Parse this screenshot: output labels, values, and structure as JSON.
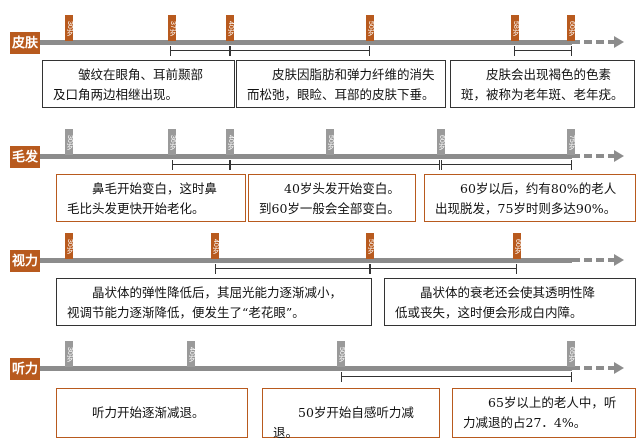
{
  "colors": {
    "accent": "#b85a1e",
    "axis": "#8c8c8c",
    "tick_gray": "#9a9a9a"
  },
  "rows": [
    {
      "category": "皮肤",
      "ticks": [
        "30岁",
        "37岁",
        "40岁",
        "50岁",
        "58岁",
        "60岁"
      ],
      "boxes": [
        {
          "line1": "皱纹在眼角、耳前颞部",
          "line2": "及口角两边相继出现。"
        },
        {
          "line1": "皮肤因脂肪和弹力纤维的消失",
          "line2": "而松弛，眼睑、耳部的皮肤下垂。"
        },
        {
          "line1": "皮肤会出现褐色的色素",
          "line2": "斑，被称为老年斑、老年疣。"
        }
      ]
    },
    {
      "category": "毛发",
      "ticks": [
        "30岁",
        "36岁",
        "40岁",
        "50岁",
        "60岁",
        "75岁"
      ],
      "boxes": [
        {
          "line1": "鼻毛开始变白，这时鼻",
          "line2": "毛比头发更快开始老化。"
        },
        {
          "line1": "40岁头发开始变白。",
          "line2": "到60岁一般会全部变白。"
        },
        {
          "line1": "60岁以后，约有80%的老人",
          "line2": "出现脱发，75岁时则多达90%。"
        }
      ]
    },
    {
      "category": "视力",
      "ticks": [
        "30岁",
        "40岁",
        "50岁",
        "60岁"
      ],
      "boxes": [
        {
          "line1": "晶状体的弹性降低后，其屈光能力逐渐减小，",
          "line2": "视调节能力逐渐降低，便发生了“老花眼”。"
        },
        {
          "line1": "晶状体的衰老还会使其透明性降",
          "line2": "低或丧失，这时便会形成白内障。"
        }
      ]
    },
    {
      "category": "听力",
      "ticks": [
        "30岁",
        "40岁",
        "50岁",
        "65岁"
      ],
      "boxes": [
        {
          "line1": "听力开始逐渐减退。",
          "line2": ""
        },
        {
          "line1": "50岁开始自感听力减退。",
          "line2": ""
        },
        {
          "line1": "65岁以上的老人中，听",
          "line2": "力减退的占27．4%。"
        }
      ]
    }
  ]
}
